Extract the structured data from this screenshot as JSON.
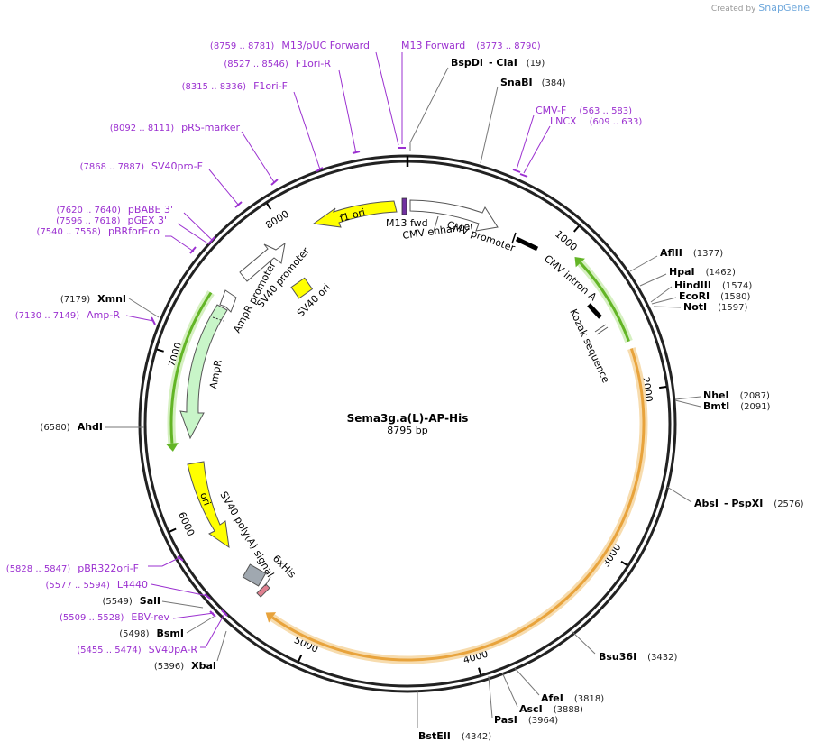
{
  "credit": {
    "prefix": "Created by",
    "brand": "SnapGene"
  },
  "plasmid": {
    "name": "Sema3g.a(L)-AP-His",
    "length_label": "8795 bp",
    "length_bp": 8795
  },
  "colors": {
    "primer": "#9b30d0",
    "enzyme_line": "#777777",
    "orange_feature": "#e8a33c",
    "green_feature": "#63b526",
    "yellow_feature": "#ffff00",
    "light_green_feature": "#c8f5c8"
  },
  "ruler_ticks": [
    {
      "bp": 1000,
      "label": "1000"
    },
    {
      "bp": 2000,
      "label": "2000"
    },
    {
      "bp": 3000,
      "label": "3000"
    },
    {
      "bp": 4000,
      "label": "4000"
    },
    {
      "bp": 5000,
      "label": "5000"
    },
    {
      "bp": 6000,
      "label": "6000"
    },
    {
      "bp": 7000,
      "label": "7000"
    },
    {
      "bp": 8000,
      "label": "8000"
    }
  ],
  "enzymes": [
    {
      "name": "BspDI",
      "extra": "- ClaI",
      "pos": "(19)",
      "bp": 19
    },
    {
      "name": "SnaBI",
      "extra": "",
      "pos": "(384)",
      "bp": 384
    },
    {
      "name": "AflII",
      "extra": "",
      "pos": "(1377)",
      "bp": 1377
    },
    {
      "name": "HpaI",
      "extra": "",
      "pos": "(1462)",
      "bp": 1462
    },
    {
      "name": "HindIII",
      "extra": "",
      "pos": "(1574)",
      "bp": 1574
    },
    {
      "name": "EcoRI",
      "extra": "",
      "pos": "(1580)",
      "bp": 1580
    },
    {
      "name": "NotI",
      "extra": "",
      "pos": "(1597)",
      "bp": 1597
    },
    {
      "name": "NheI",
      "extra": "",
      "pos": "(2087)",
      "bp": 2087
    },
    {
      "name": "BmtI",
      "extra": "",
      "pos": "(2091)",
      "bp": 2091
    },
    {
      "name": "AbsI",
      "extra": "- PspXI",
      "pos": "(2576)",
      "bp": 2576
    },
    {
      "name": "Bsu36I",
      "extra": "",
      "pos": "(3432)",
      "bp": 3432
    },
    {
      "name": "AfeI",
      "extra": "",
      "pos": "(3818)",
      "bp": 3818
    },
    {
      "name": "AscI",
      "extra": "",
      "pos": "(3888)",
      "bp": 3888
    },
    {
      "name": "PasI",
      "extra": "",
      "pos": "(3964)",
      "bp": 3964
    },
    {
      "name": "BstEII",
      "extra": "",
      "pos": "(4342)",
      "bp": 4342
    },
    {
      "name": "XbaI",
      "extra": "",
      "pos": "(5396)",
      "bp": 5396
    },
    {
      "name": "BsmI",
      "extra": "",
      "pos": "(5498)",
      "bp": 5498
    },
    {
      "name": "SalI",
      "extra": "",
      "pos": "(5549)",
      "bp": 5549
    },
    {
      "name": "AhdI",
      "extra": "",
      "pos": "(6580)",
      "bp": 6580
    },
    {
      "name": "XmnI",
      "extra": "",
      "pos": "(7179)",
      "bp": 7179
    }
  ],
  "primers": [
    {
      "name": "M13 Forward",
      "range": "(8773 .. 8790)"
    },
    {
      "name": "M13/pUC Forward",
      "range": "(8759 .. 8781)"
    },
    {
      "name": "F1ori-R",
      "range": "(8527 .. 8546)"
    },
    {
      "name": "F1ori-F",
      "range": "(8315 .. 8336)"
    },
    {
      "name": "pRS-marker",
      "range": "(8092 .. 8111)"
    },
    {
      "name": "SV40pro-F",
      "range": "(7868 .. 7887)"
    },
    {
      "name": "pBABE 3'",
      "range": "(7620 .. 7640)"
    },
    {
      "name": "pGEX 3'",
      "range": "(7596 .. 7618)"
    },
    {
      "name": "pBRforEco",
      "range": "(7540 .. 7558)"
    },
    {
      "name": "Amp-R",
      "range": "(7130 .. 7149)"
    },
    {
      "name": "CMV-F",
      "range": "(563 .. 583)"
    },
    {
      "name": "LNCX",
      "range": "(609 .. 633)"
    },
    {
      "name": "pBR322ori-F",
      "range": "(5828 .. 5847)"
    },
    {
      "name": "L4440",
      "range": "(5577 .. 5594)"
    },
    {
      "name": "EBV-rev",
      "range": "(5509 .. 5528)"
    },
    {
      "name": "SV40pA-R",
      "range": "(5455 .. 5474)"
    }
  ],
  "features": [
    {
      "name": "M13 fwd"
    },
    {
      "name": "CMV enhancer"
    },
    {
      "name": "CMV promoter"
    },
    {
      "name": "CMV intron A"
    },
    {
      "name": "Kozak sequence"
    },
    {
      "name": "f1 ori"
    },
    {
      "name": "SV40 promoter"
    },
    {
      "name": "SV40 ori"
    },
    {
      "name": "AmpR promoter"
    },
    {
      "name": "AmpR"
    },
    {
      "name": "ori"
    },
    {
      "name": "SV40 poly(A) signal"
    },
    {
      "name": "6xHis"
    }
  ]
}
